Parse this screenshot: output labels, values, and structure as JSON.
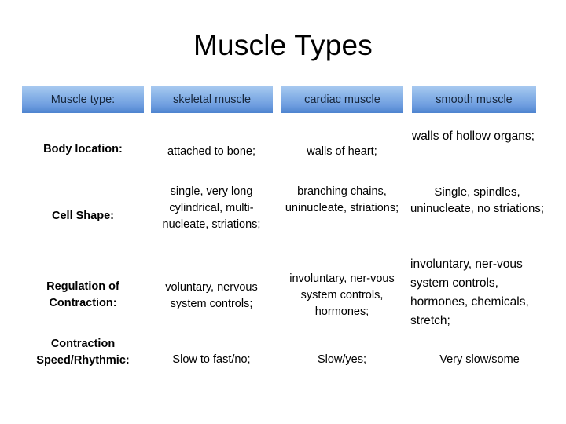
{
  "slide": {
    "title": "Muscle Types",
    "background_color": "#ffffff",
    "header_gradient_top": "#a7c9f0",
    "header_gradient_bottom": "#4e84cf",
    "header_text_color": "#16263c"
  },
  "table": {
    "headers": [
      "Muscle type:",
      "skeletal muscle",
      "cardiac muscle",
      "smooth muscle"
    ],
    "rows": [
      {
        "label": "Body location:",
        "skeletal": "attached to bone;",
        "cardiac": "walls of heart;",
        "smooth": "walls of hollow organs;"
      },
      {
        "label": "Cell Shape:",
        "skeletal": "single, very long cylindrical, multi-nucleate, striations;",
        "cardiac": "branching chains, uninucleate, striations;",
        "smooth": "Single, spindles, uninucleate, no striations;"
      },
      {
        "label": "Regulation of Contraction:",
        "skeletal": "voluntary, nervous system controls;",
        "cardiac": "involuntary, ner-vous system controls, hormones;",
        "smooth": "involuntary, ner-vous system controls, hormones, chemicals, stretch;"
      },
      {
        "label": "Contraction Speed/Rhythmic:",
        "skeletal": "Slow to fast/no;",
        "cardiac": "Slow/yes;",
        "smooth": "Very slow/some"
      }
    ]
  }
}
